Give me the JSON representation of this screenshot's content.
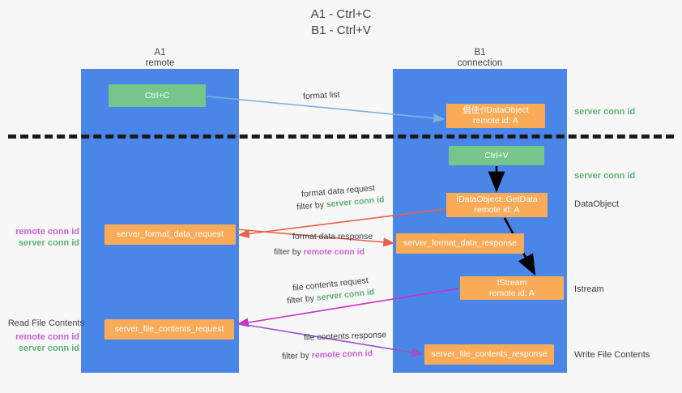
{
  "title": "A1 - Ctrl+C\nB1 - Ctrl+V",
  "columns": {
    "a": {
      "head": "A1\nremote"
    },
    "b": {
      "head": "B1\nconnection"
    }
  },
  "nodes": {
    "ctrl_c": "Ctrl+C",
    "idataobject": "倡佳ｲIDataObject\nremote id: A",
    "ctrl_v": "Ctrl+V",
    "getdata": "IDataObject::GetData\nremote id: A",
    "format_data_request": "server_format_data_request",
    "format_data_response": "server_format_data_response",
    "istream": "IStream\nremote id: A",
    "file_contents_request": "server_file_contents_request",
    "file_contents_response": "server_file_contents_response"
  },
  "edges": {
    "format_list": "format list",
    "format_data_request": "format data request",
    "format_data_request_filter_prefix": "filter by ",
    "format_data_request_filter_value": "server conn id",
    "format_data_response": "format data response",
    "format_data_response_filter_prefix": "filter by ",
    "format_data_response_filter_value": "remote conn id",
    "file_contents_request": "file contents request",
    "file_contents_request_filter_prefix": "filter by ",
    "file_contents_request_filter_value": "server conn id",
    "file_contents_response": "file contents response",
    "file_contents_response_filter_prefix": "filter by ",
    "file_contents_response_filter_value": "remote conn id"
  },
  "annotations": {
    "server_conn_id_top": "server conn id",
    "server_conn_id_mid": "server conn id",
    "dataobject": "DataObject",
    "istream": "Istream",
    "write_file_contents": "Write File Contents",
    "read_file_contents": "Read File Contents",
    "remote_conn_id_left_1": "remote conn id",
    "server_conn_id_left_1": "server conn id",
    "remote_conn_id_left_2": "remote conn id",
    "server_conn_id_left_2": "server conn id"
  },
  "colors": {
    "lifeline_blue": "#4a86e8",
    "node_orange": "#f9ab58",
    "node_green": "#76c68b",
    "green_text": "#5cb377",
    "purple_text": "#cc5fd6",
    "arrow_blue": "#7fb1e0",
    "arrow_red": "#e8614d",
    "arrow_magenta": "#cc2fc8",
    "arrow_purple": "#9b51c9",
    "arrow_black": "#000000",
    "separator": "#1a1a1a"
  }
}
